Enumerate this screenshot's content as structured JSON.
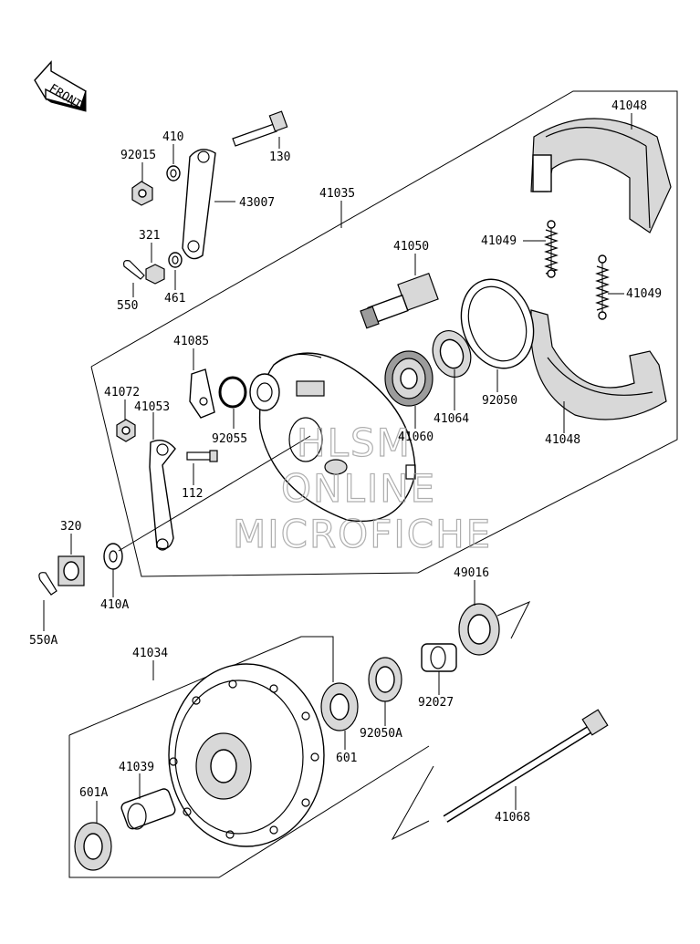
{
  "diagram": {
    "front_indicator": "FRONT",
    "watermark": [
      "HLSM",
      "ONLINE",
      "MICROFICHE"
    ],
    "parts": {
      "p41048_top": "41048",
      "p41049_left": "41049",
      "p41049_right": "41049",
      "p41048_bottom": "41048",
      "p41050": "41050",
      "p41035": "41035",
      "p130": "130",
      "p410": "410",
      "p92015": "92015",
      "p43007": "43007",
      "p321": "321",
      "p461": "461",
      "p550": "550",
      "p41085": "41085",
      "p41072": "41072",
      "p41053": "41053",
      "p92055": "92055",
      "p112": "112",
      "p41064": "41064",
      "p41060": "41060",
      "p92050": "92050",
      "p320": "320",
      "p410A": "410A",
      "p550A": "550A",
      "p49016": "49016",
      "p92027": "92027",
      "p41034": "41034",
      "p601": "601",
      "p92050A": "92050A",
      "p41039": "41039",
      "p601A": "601A",
      "p41068": "41068"
    }
  }
}
